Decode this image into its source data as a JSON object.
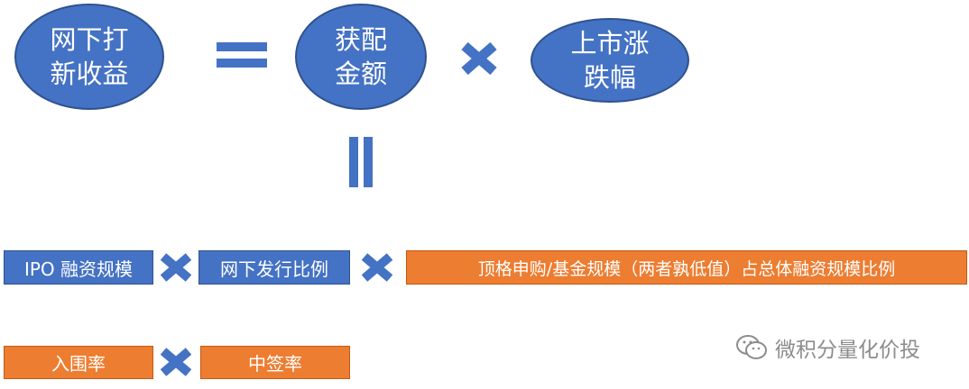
{
  "top_row": {
    "result": {
      "line1": "网下打",
      "line2": "新收益"
    },
    "allocation": {
      "line1": "获配",
      "line2": "金额"
    },
    "price_change": {
      "line1": "上市涨",
      "line2": "跌幅"
    }
  },
  "middle_row": {
    "ipo_scale": "IPO 融资规模",
    "offline_ratio": "网下发行比例",
    "subscription_share": "顶格申购/基金规模（两者孰低值）占总体融资规模比例"
  },
  "bottom_row": {
    "win_rate": "入围率",
    "lottery_rate": "中签率"
  },
  "watermark": {
    "text": "微积分量化价投"
  },
  "colors": {
    "blue": "#4472c4",
    "orange": "#ed7d31",
    "operator": "#4472c4"
  },
  "icons": {
    "equals": "equals-icon",
    "multiply": "multiply-icon",
    "vertical_equals": "vertical-equals-icon",
    "wechat": "wechat-icon"
  }
}
